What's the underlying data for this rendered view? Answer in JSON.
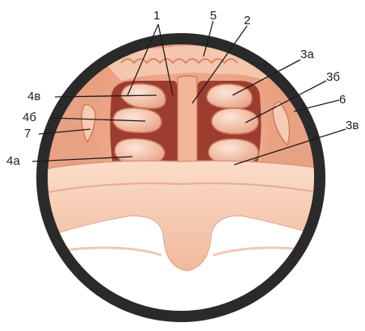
{
  "labels": {
    "l1": "1",
    "l2": "2",
    "l3a": "3а",
    "l3b": "3б",
    "l3v": "3в",
    "l4a": "4а",
    "l4b": "4б",
    "l4v": "4в",
    "l5": "5",
    "l6": "6",
    "l7": "7"
  },
  "colors": {
    "ring": "#2a2a2a",
    "tissue_light": "#f6cbb3",
    "tissue_mid": "#eca98a",
    "tissue_deep": "#df8a6a",
    "cavity": "#9c3d2f",
    "background": "#ffffff"
  }
}
